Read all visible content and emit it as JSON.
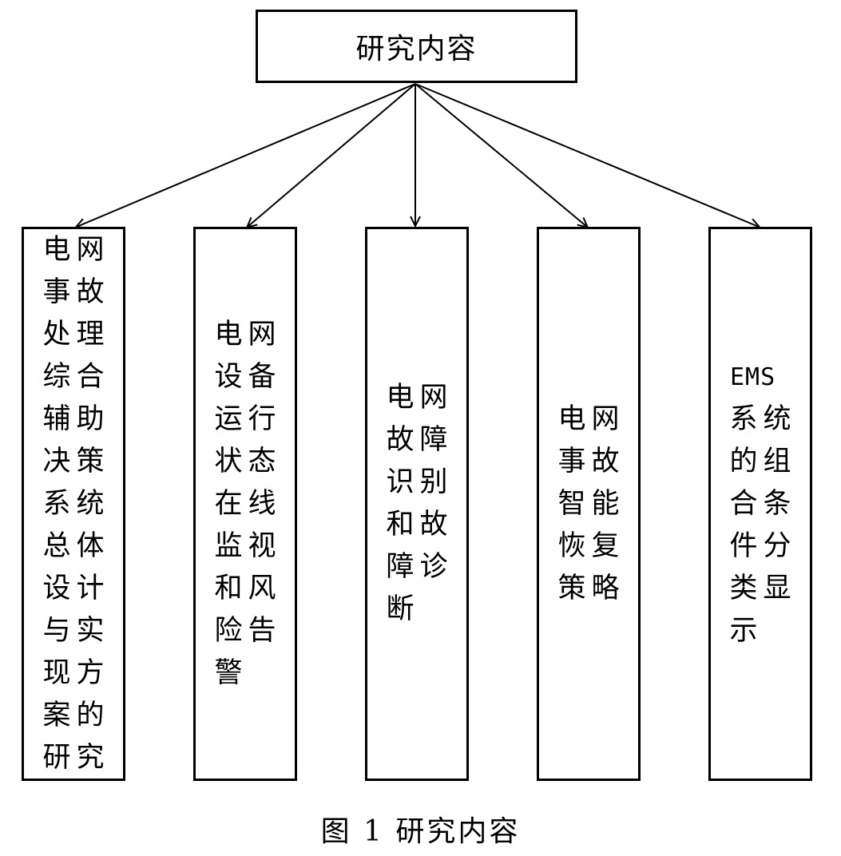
{
  "root": {
    "label": "研究内容"
  },
  "children": [
    {
      "text": "电网事故处理综合辅助决策系统总体设计与实现方案的研究"
    },
    {
      "text": "电网设备运行状态在线监视和风险告警"
    },
    {
      "text": "电网故障识别和故障诊断"
    },
    {
      "text": "电网事故智能恢复策略"
    },
    {
      "text": "EMS系统的组合条件分类显示"
    }
  ],
  "caption": "图 1  研究内容",
  "colors": {
    "line": "#000000",
    "background": "#ffffff"
  }
}
